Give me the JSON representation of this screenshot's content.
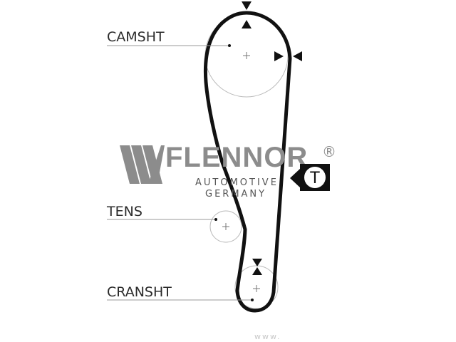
{
  "labels": {
    "camshaft": "CAMSHT",
    "tensioner": "TENS",
    "crankshaft": "CRANSHT"
  },
  "brand": {
    "name": "FLENNOR",
    "registered_mark": "®",
    "line1": "AUTOMOTIVE",
    "line2": "GERMANY",
    "badge_letter": "T"
  },
  "footer": {
    "watermark": "www."
  },
  "colors": {
    "belt": "#111111",
    "logo": "#8c8c8c",
    "guide": "#bbbbbb"
  },
  "icons": [
    "timing-mark-icon",
    "tensioner-badge-icon",
    "brand-logo-icon"
  ]
}
